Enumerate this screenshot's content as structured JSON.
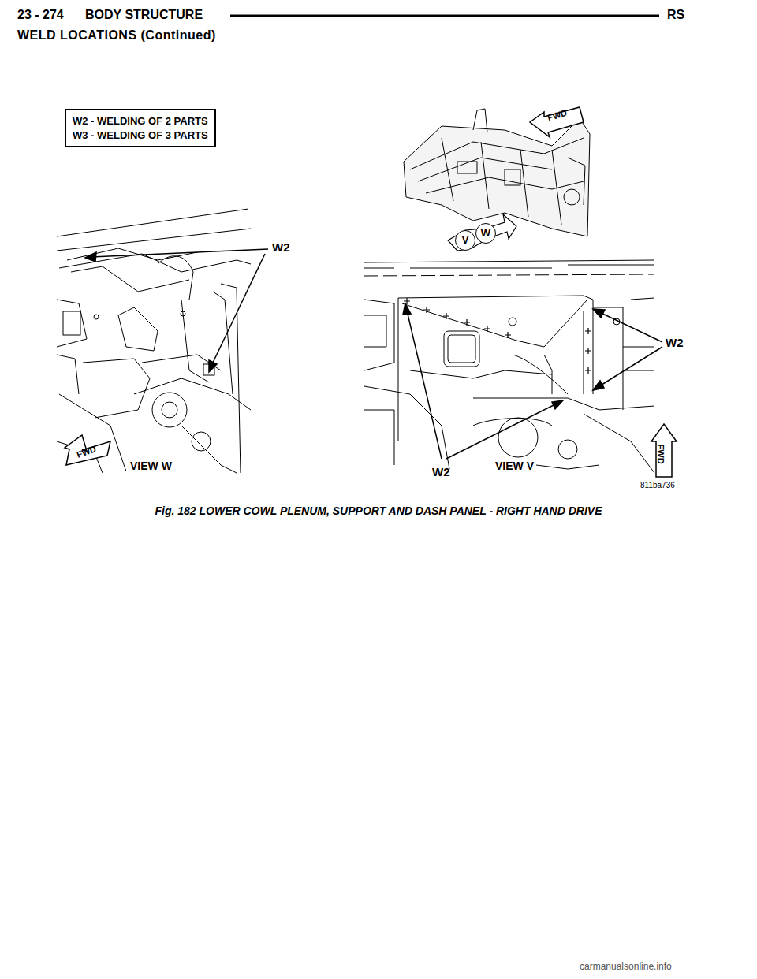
{
  "diagram": {
    "caption": "Fig. 182 LOWER COWL PLENUM, SUPPORT AND DASH PANEL - RIGHT HAND DRIVE",
    "nodes": [
      {
        "text": [
          "W2 - WELDING OF 2 PARTS",
          "W3 - WELDING OF 3 PARTS"
        ]
      },
      {
        "text": [
          "V"
        ]
      },
      {
        "text": [
          "W"
        ]
      }
    ],
    "labels": [
      "23 - 274",
      "BODY STRUCTURE",
      "RS",
      "WELD LOCATIONS (Continued)",
      "FWD",
      "W2",
      "FWD",
      "VIEW W",
      "W2",
      "W2",
      "VIEW V",
      "FWD",
      "811ba736",
      "carmanualsonline.info"
    ]
  }
}
